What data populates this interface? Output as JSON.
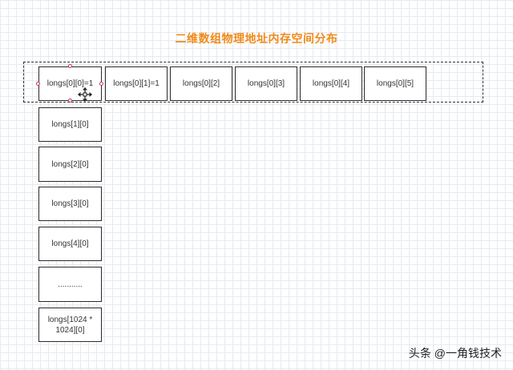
{
  "title": "二维数组物理地址内存空间分布",
  "row0": [
    "longs[0][0]=1",
    "longs[0][1]=1",
    "longs[0][2]",
    "longs[0][3]",
    "longs[0][4]",
    "longs[0][5]"
  ],
  "column0": [
    "longs[1][0]",
    "longs[2][0]",
    "longs[3][0]",
    "longs[4][0]",
    "...........",
    "longs[1024 *\n1024][0]"
  ],
  "watermark": "头条 @一角钱技术",
  "colors": {
    "title": "#f08a19",
    "border": "#2b2b2b",
    "selection_handle": "#c0394b"
  },
  "icons": [
    "move-cursor-icon"
  ]
}
